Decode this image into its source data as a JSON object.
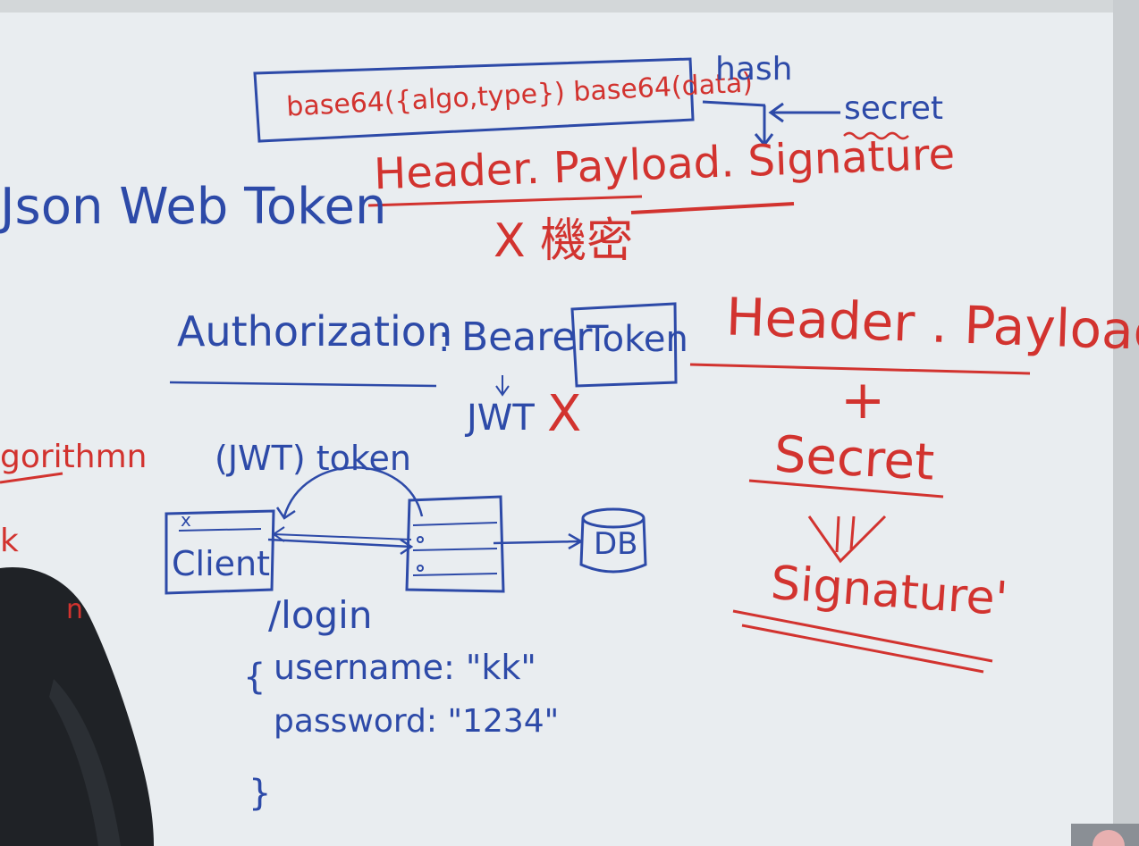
{
  "colors": {
    "board": "#e9edf0",
    "blue_marker": "#2d4aa8",
    "red_marker": "#d2332f",
    "person": "#1f2226"
  },
  "whiteboard": {
    "top_formula": "base64({algo,type}) base64(data)",
    "hash_label": "hash",
    "secret_label": "secret",
    "jwt_parts": "Header. Payload. Signature",
    "not_secret": "X 機密",
    "title": "Json Web Token",
    "auth_prefix": "Authorization",
    "auth_colon": ":",
    "bearer": "Bearer",
    "token_box": "Token",
    "jwt_below": "JWT",
    "jwt_cross": "X",
    "right_header_payload": "Header . Payload",
    "plus": "+",
    "secret_right": "Secret",
    "signature_right": "Signature'",
    "left_cut_1": "gorithmn",
    "left_cut_2": "k",
    "left_cut_3": "n",
    "jwt_token_label": "(JWT) token",
    "client_label": "Client",
    "client_mark": "x",
    "db_label": "DB",
    "login_route": "/login",
    "brace_open": "{",
    "username_line": "username: \"kk\"",
    "password_line": "password: \"1234\"",
    "brace_close": "}"
  }
}
